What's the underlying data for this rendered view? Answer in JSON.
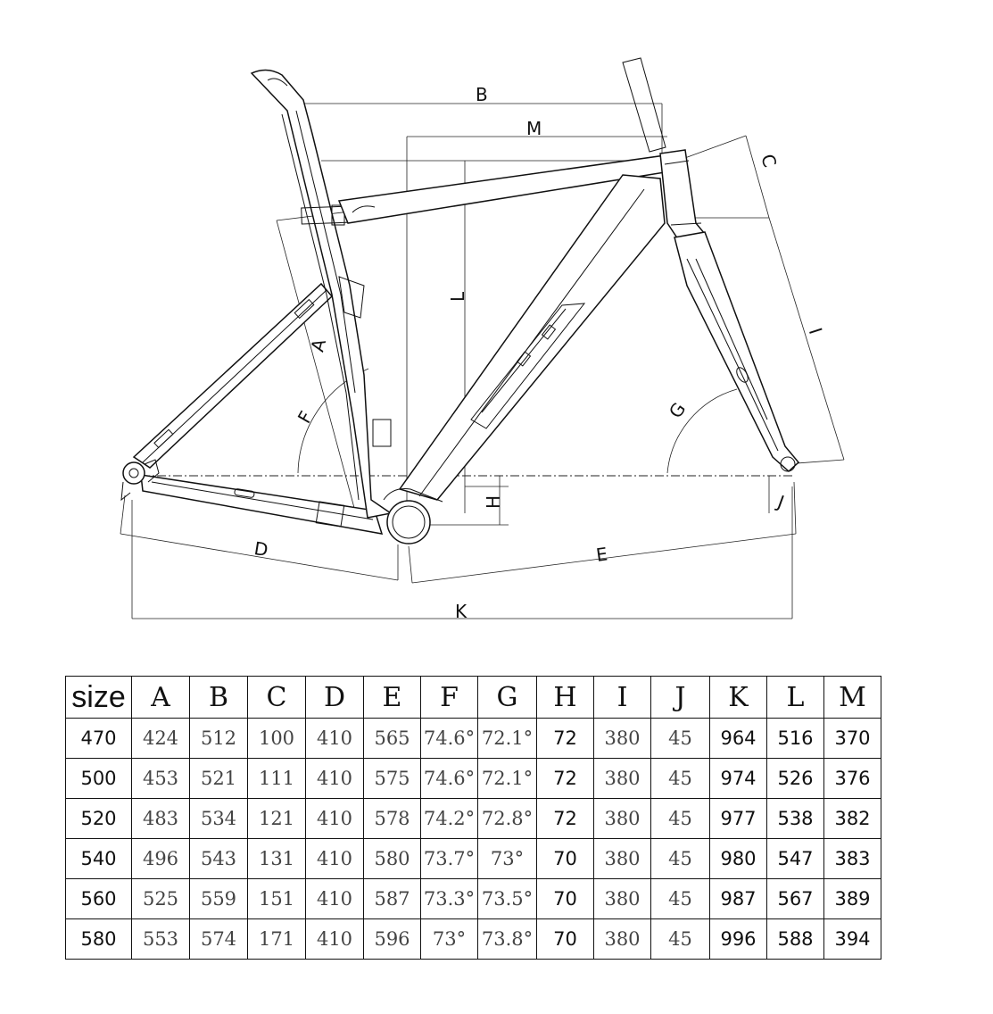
{
  "diagram": {
    "labels": {
      "A": "A",
      "B": "B",
      "C": "C",
      "D": "D",
      "E": "E",
      "F": "F",
      "G": "G",
      "H": "H",
      "I": "I",
      "J": "J",
      "K": "K",
      "L": "L",
      "M": "M"
    }
  },
  "table": {
    "headers": [
      "size",
      "A",
      "B",
      "C",
      "D",
      "E",
      "F",
      "G",
      "H",
      "I",
      "J",
      "K",
      "L",
      "M"
    ],
    "rows": [
      [
        "470",
        "424",
        "512",
        "100",
        "410",
        "565",
        "74.6°",
        "72.1°",
        "72",
        "380",
        "45",
        "964",
        "516",
        "370"
      ],
      [
        "500",
        "453",
        "521",
        "111",
        "410",
        "575",
        "74.6°",
        "72.1°",
        "72",
        "380",
        "45",
        "974",
        "526",
        "376"
      ],
      [
        "520",
        "483",
        "534",
        "121",
        "410",
        "578",
        "74.2°",
        "72.8°",
        "72",
        "380",
        "45",
        "977",
        "538",
        "382"
      ],
      [
        "540",
        "496",
        "543",
        "131",
        "410",
        "580",
        "73.7°",
        "73°",
        "70",
        "380",
        "45",
        "980",
        "547",
        "383"
      ],
      [
        "560",
        "525",
        "559",
        "151",
        "410",
        "587",
        "73.3°",
        "73.5°",
        "70",
        "380",
        "45",
        "987",
        "567",
        "389"
      ],
      [
        "580",
        "553",
        "574",
        "171",
        "410",
        "596",
        "73°",
        "73.8°",
        "70",
        "380",
        "45",
        "996",
        "588",
        "394"
      ]
    ]
  }
}
